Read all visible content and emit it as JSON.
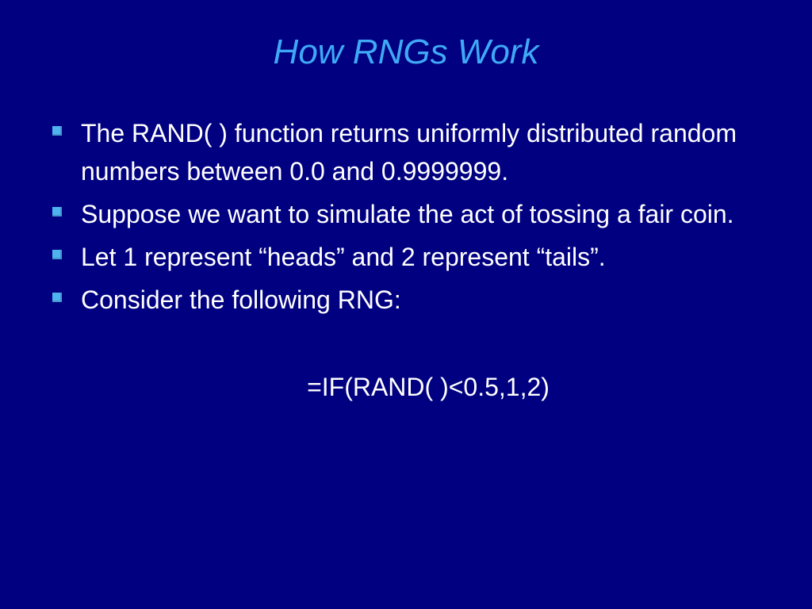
{
  "slide": {
    "title": "How RNGs Work",
    "bullets": [
      "The RAND( ) function returns uniformly distributed random numbers between 0.0 and 0.9999999.",
      "Suppose we want to simulate the act of tossing a fair coin.",
      "Let 1 represent “heads” and 2 represent “tails”.",
      "Consider the following RNG:"
    ],
    "formula": "=IF(RAND( )<0.5,1,2)"
  },
  "colors": {
    "background": "#000080",
    "title": "#3fa9f5",
    "text": "#ffffff",
    "bullet_marker": "#4fb3f0"
  },
  "icons": {
    "bullet_marker": "square-bullet-icon"
  }
}
